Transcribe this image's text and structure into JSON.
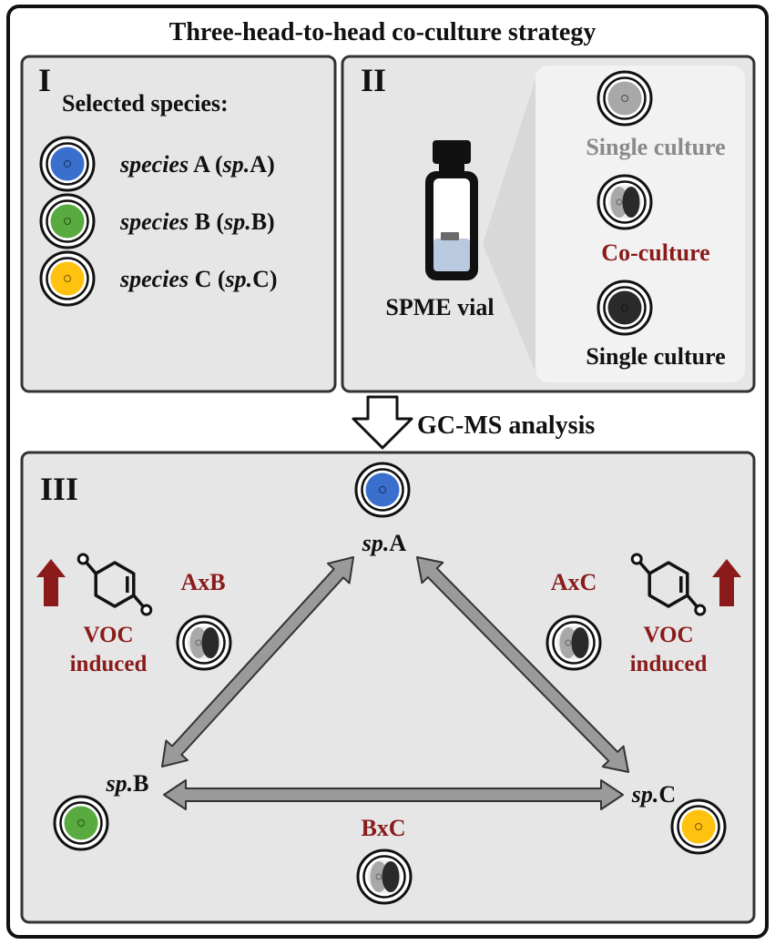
{
  "title": "Three-head-to-head co-culture strategy",
  "colors": {
    "outer_border": "#111111",
    "panel_fill": "#e6e6e6",
    "panel_border": "#333333",
    "species_a": "#3a6fce",
    "species_b": "#5aab3f",
    "species_c": "#ffc20e",
    "gray_culture": "#a8a8a8",
    "dark_culture": "#2a2a2a",
    "dark_red": "#8b1a1a",
    "arrow_fill": "#9a9a9a",
    "inset_fill": "#f2f2f2"
  },
  "panel_i": {
    "label": "I",
    "heading": "Selected species:",
    "species": [
      {
        "italic": "species",
        "name": " A (",
        "abbr": "sp.",
        "letter": "A)",
        "color_key": "species_a"
      },
      {
        "italic": "species",
        "name": " B (",
        "abbr": "sp.",
        "letter": "B)",
        "color_key": "species_b"
      },
      {
        "italic": "species",
        "name": " C (",
        "abbr": "sp.",
        "letter": "C)",
        "color_key": "species_c"
      }
    ]
  },
  "panel_ii": {
    "label": "II",
    "vial_label": "SPME vial",
    "cultures": [
      {
        "label": "Single culture",
        "type": "single-gray"
      },
      {
        "label": "Co-culture",
        "type": "co"
      },
      {
        "label": "Single culture",
        "type": "single-dark"
      }
    ]
  },
  "analysis_label": "GC-MS analysis",
  "panel_iii": {
    "label": "III",
    "nodes": [
      {
        "abbr": "sp.",
        "letter": "A",
        "color_key": "species_a"
      },
      {
        "abbr": "sp.",
        "letter": "B",
        "color_key": "species_b"
      },
      {
        "abbr": "sp.",
        "letter": "C",
        "color_key": "species_c"
      }
    ],
    "pairs": [
      "AxB",
      "AxC",
      "BxC"
    ],
    "voc_line1": "VOC",
    "voc_line2": "induced"
  }
}
